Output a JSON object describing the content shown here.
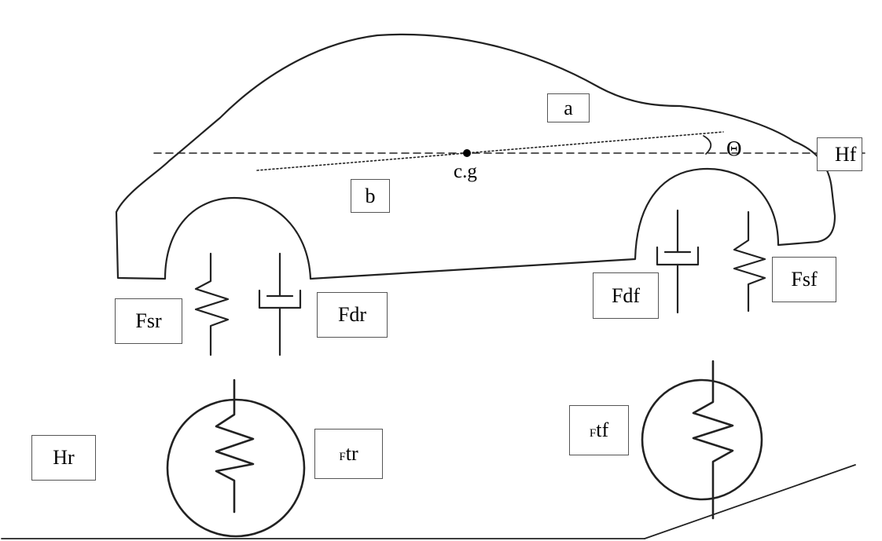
{
  "diagram": {
    "labels": {
      "a": "a",
      "b": "b",
      "cg": "c.g",
      "theta": "Θ",
      "hf": "Hf",
      "hr": "Hr",
      "fsr": "Fsr",
      "fdr": "Fdr",
      "fdf": "Fdf",
      "fsf": "Fsf",
      "ftr_prefix": "F",
      "ftr_suffix": "tr",
      "ftf_prefix": "F",
      "ftf_suffix": "tf"
    }
  }
}
